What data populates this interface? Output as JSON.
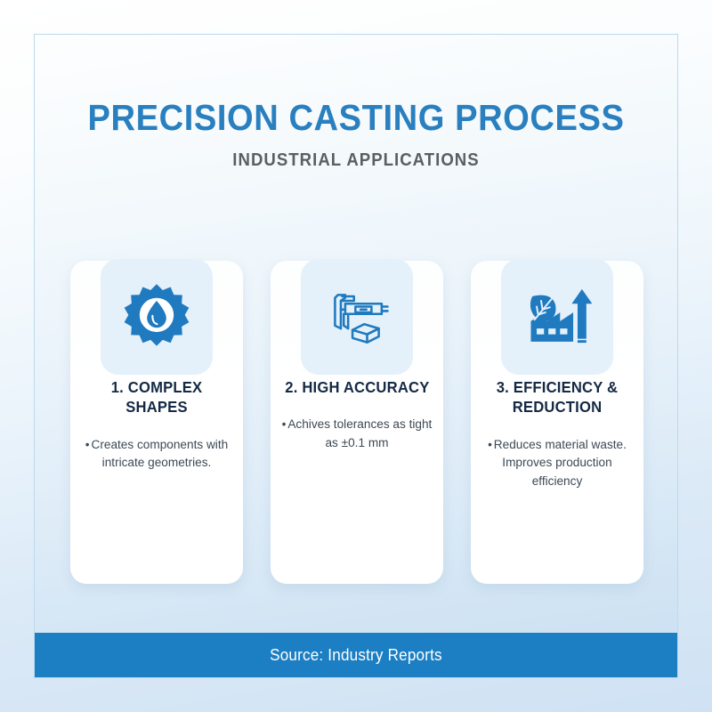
{
  "header": {
    "title": "PRECISION CASTING PROCESS",
    "subtitle": "INDUSTRIAL APPLICATIONS"
  },
  "cards": [
    {
      "icon": "gear-droplet-icon",
      "title": "1. COMPLEX SHAPES",
      "bullet": "•",
      "body": "Creates components with intricate geometries."
    },
    {
      "icon": "caliper-measure-icon",
      "title": "2. HIGH ACCURACY",
      "bullet": "•",
      "body": "Achives tolerances as tight as ±0.1 mm"
    },
    {
      "icon": "eco-factory-growth-icon",
      "title": "3. EFFICIENCY & REDUCTION",
      "bullet": "•",
      "body": "Reduces material waste. Improves production efficiency"
    }
  ],
  "footer": {
    "source": "Source: Industry Reports"
  },
  "colors": {
    "title_blue": "#2a7fbf",
    "subtitle_gray": "#5b5f63",
    "card_title_navy": "#152a45",
    "body_slate": "#3d4955",
    "icon_blue": "#1f7ac0",
    "icon_tile_bg": "#e4f0fa",
    "footer_blue": "#1c7fc3",
    "frame_border": "#bcd9ee"
  }
}
